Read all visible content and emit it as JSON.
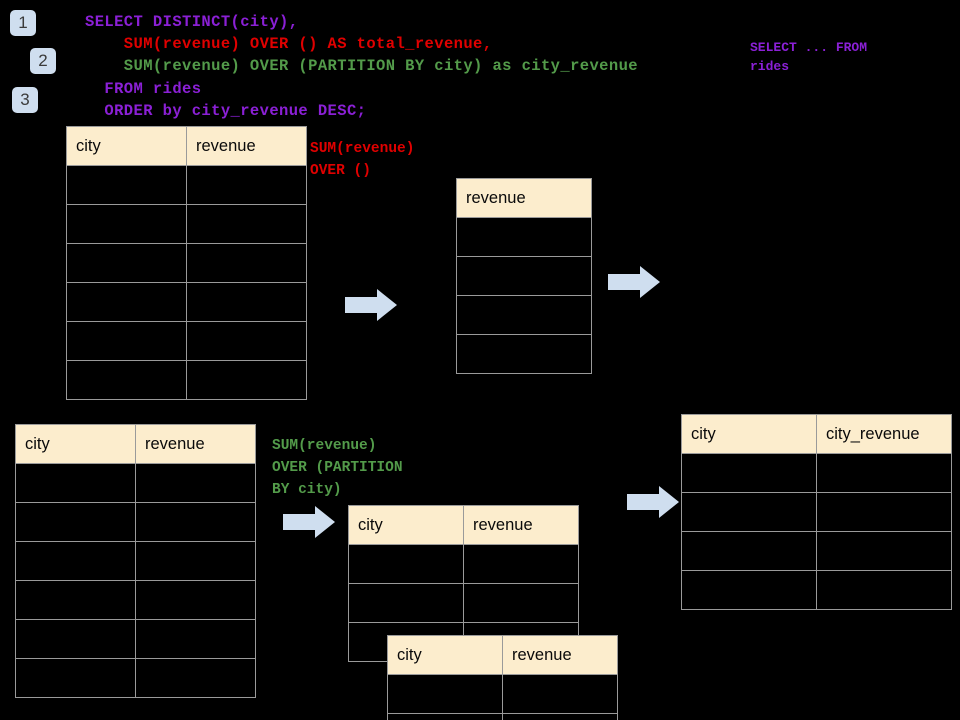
{
  "page": {
    "background": "#000000",
    "accent_blue": "#cfdeef",
    "header_cream": "#fcedcd",
    "border_gray": "#9a9a9a"
  },
  "badges": [
    {
      "label": "1",
      "name": "step-badge-1"
    },
    {
      "label": "2",
      "name": "step-badge-2"
    },
    {
      "label": "3",
      "name": "step-badge-3"
    }
  ],
  "sql": {
    "line1": "SELECT DISTINCT(city),",
    "line2": "    SUM(revenue) OVER () AS total_revenue,",
    "line3": "    SUM(revenue) OVER (PARTITION BY city) as city_revenue",
    "line4": "  FROM rides",
    "line5": "  ORDER by city_revenue DESC;",
    "line1_color": "#8b20d6",
    "line2_color": "#e00000",
    "line3_color": "#539b4a",
    "line4_color": "#8b20d6",
    "line5_color": "#8b20d6"
  },
  "side_note": {
    "text": "SELECT ... FROM\nrides",
    "color": "#8b20d6"
  },
  "annotations": {
    "total_revenue": {
      "text": "SUM(revenue)\nOVER ()",
      "color": "#e00000"
    },
    "city_revenue": {
      "text": "SUM(revenue)\nOVER (PARTITION\nBY city)",
      "color": "#539b4a"
    }
  },
  "tables": {
    "rides_top": {
      "headers": [
        "city",
        "revenue"
      ],
      "row_count": 6
    },
    "total_revenue": {
      "headers": [
        "revenue"
      ],
      "row_count": 4
    },
    "rides_bottom": {
      "headers": [
        "city",
        "revenue"
      ],
      "row_count": 6
    },
    "partition_a": {
      "headers": [
        "city",
        "revenue"
      ],
      "row_count": 3
    },
    "partition_b": {
      "headers": [
        "city",
        "revenue"
      ],
      "row_count": 2
    },
    "result": {
      "headers": [
        "city",
        "city_revenue"
      ],
      "row_count": 4
    }
  },
  "arrows": [
    {
      "name": "arrow-rides-to-total"
    },
    {
      "name": "arrow-total-to-result"
    },
    {
      "name": "arrow-rides-to-partition"
    },
    {
      "name": "arrow-partition-to-result"
    }
  ]
}
